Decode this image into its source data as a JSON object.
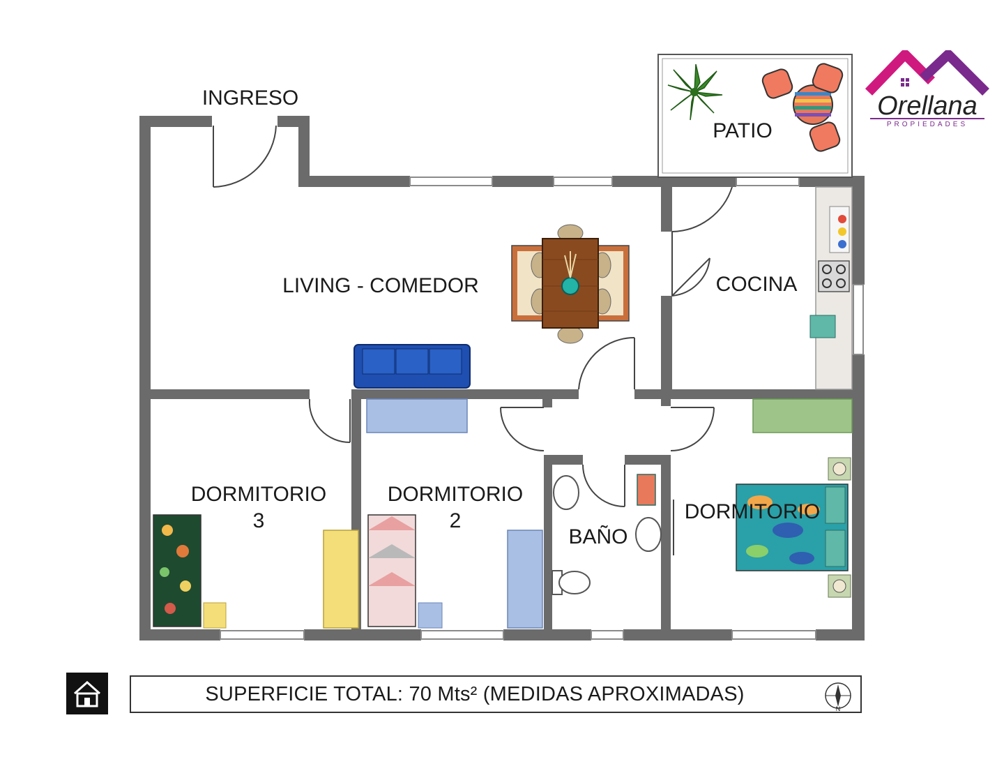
{
  "rooms": {
    "ingreso": "INGRESO",
    "patio": "PATIO",
    "living": "LIVING - COMEDOR",
    "cocina": "COCINA",
    "dorm3_line1": "DORMITORIO",
    "dorm3_line2": "3",
    "dorm2_line1": "DORMITORIO",
    "dorm2_line2": "2",
    "bano": "BAÑO",
    "dorm1": "DORMITORIO"
  },
  "footer": {
    "surface_text": "SUPERFICIE TOTAL: 70 Mts² (MEDIDAS APROXIMADAS)",
    "compass_letter": "N"
  },
  "logo": {
    "name": "Orellana",
    "tagline": "PROPIEDADES"
  },
  "colors": {
    "wall": "#6b6b6b",
    "sofa": "#1f4fb0",
    "table": "#8a4a1f",
    "logo_magenta": "#d0197f",
    "logo_purple": "#7a2a8c",
    "yellow": "#f4de7a",
    "lightblue": "#a9bfe3",
    "green": "#9fc48a"
  },
  "icons": [
    "home-icon",
    "compass-icon",
    "plant-icon",
    "chair-icon",
    "stove-icon",
    "sink-icon",
    "toilet-icon",
    "bed-icon",
    "door-icon"
  ]
}
